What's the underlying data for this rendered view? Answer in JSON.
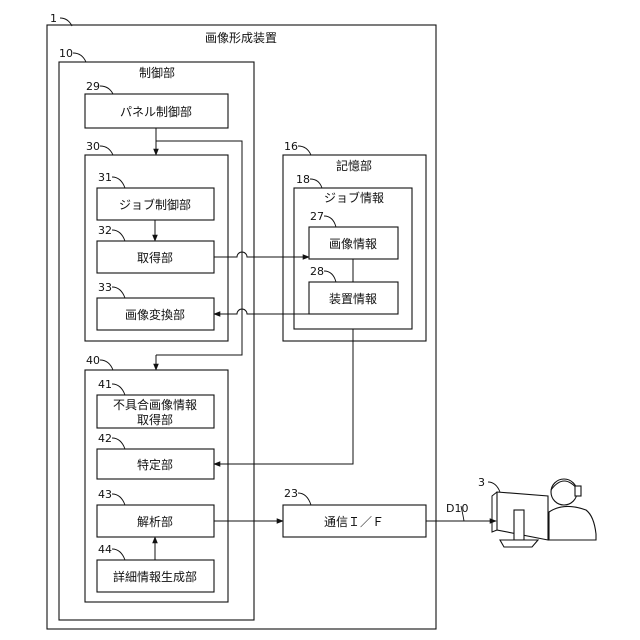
{
  "labels": {
    "apparatus": "画像形成装置",
    "control_unit": "制御部",
    "panel_control": "パネル制御部",
    "job_control": "ジョブ制御部",
    "acquisition": "取得部",
    "image_conversion": "画像変換部",
    "defect_info_line1": "不具合画像情報",
    "defect_info_line2": "取得部",
    "identification": "特定部",
    "analysis": "解析部",
    "detail_gen": "詳細情報生成部",
    "storage": "記憶部",
    "job_info": "ジョブ情報",
    "image_info": "画像情報",
    "device_info": "装置情報",
    "comm_if": "通信Ｉ／Ｆ",
    "signal": "D10"
  },
  "refs": {
    "r1": "1",
    "r10": "10",
    "r29": "29",
    "r30": "30",
    "r31": "31",
    "r32": "32",
    "r33": "33",
    "r40": "40",
    "r41": "41",
    "r42": "42",
    "r43": "43",
    "r44": "44",
    "r16": "16",
    "r18": "18",
    "r27": "27",
    "r28": "28",
    "r23": "23",
    "r3": "3"
  }
}
